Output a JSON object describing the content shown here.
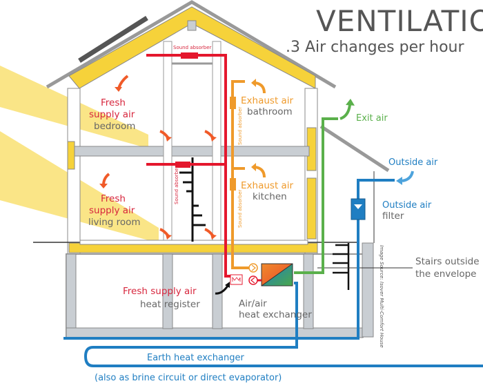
{
  "title": {
    "heading": "VENTILATION",
    "subheading": ".3 Air changes per hour"
  },
  "labels": {
    "sound_absorber_top": "Sound absorber",
    "sound_absorber_mid": "Sound absorber",
    "sound_absorber_vert_upper": "Sound absorber",
    "sound_absorber_vert_lower": "Sound absorber",
    "bedroom": {
      "line1": "Fresh",
      "line2": "supply air",
      "room": "bedroom"
    },
    "living_room": {
      "line1": "Fresh",
      "line2": "supply air",
      "room": "living room"
    },
    "bathroom": {
      "line1": "Exhaust air",
      "room": "bathroom"
    },
    "kitchen": {
      "line1": "Exhaust air",
      "room": "kitchen"
    },
    "exit_air": "Exit air",
    "outside_air": "Outside air",
    "outside_air_filter": {
      "line1": "Outside air",
      "line2": "filter"
    },
    "stairs": {
      "line1": "Stairs outside",
      "line2": "the envelope"
    },
    "heat_register": {
      "line1": "Fresh supply air",
      "line2": "heat register"
    },
    "heat_exchanger": {
      "line1": "Air/air",
      "line2": "heat exchanger"
    },
    "earth_heat_exchanger": "Earth heat exchanger",
    "earth_note": "(also as brine circuit or direct evaporator)",
    "image_credit": "Image Source: Isover Multi-Comfort House"
  },
  "colors": {
    "supply": "#e4172d",
    "exhaust": "#ef9a2b",
    "exit": "#5ab04b",
    "outside": "#1f7ec2",
    "insulation": "#f6d23a",
    "sunlight": "#f9e27a",
    "structure": "#c9ced3"
  }
}
